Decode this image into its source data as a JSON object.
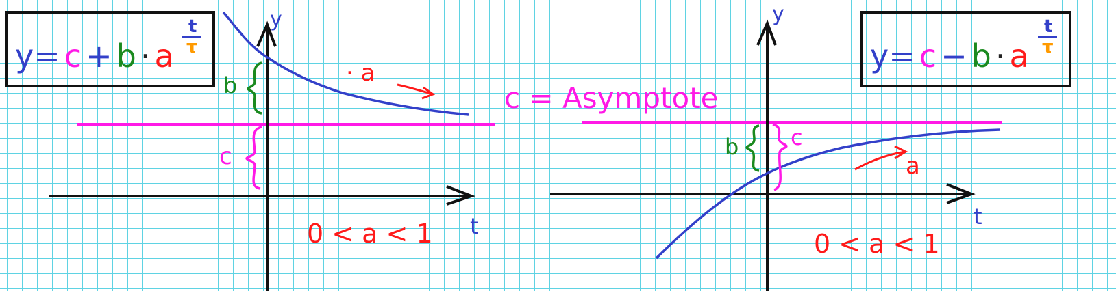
{
  "colors": {
    "grid": "#5fd3e3",
    "axis": "#111111",
    "curve": "#3340c9",
    "asymptote": "#ff19e6",
    "b_brace": "#1b8a1f",
    "a_label": "#ff1a1a",
    "tau": "#ff9a00"
  },
  "left_panel": {
    "formula": {
      "y": "y",
      "eq": "=",
      "c": "c",
      "op": "+",
      "b": "b",
      "dot": "·",
      "a": "a",
      "exp_num": "t",
      "exp_den": "τ"
    },
    "y_axis_label": "y",
    "t_axis_label": "t",
    "b_label": "b",
    "c_label": "c",
    "a_label": "· a",
    "condition": "0 < a < 1"
  },
  "asymptote_label": "c = Asymptote",
  "right_panel": {
    "formula": {
      "y": "y",
      "eq": "=",
      "c": "c",
      "op": "−",
      "b": "b",
      "dot": "·",
      "a": "a",
      "exp_num": "t",
      "exp_den": "τ"
    },
    "y_axis_label": "y",
    "t_axis_label": "t",
    "b_label": "b",
    "c_label": "c",
    "a_label": "a",
    "condition": "0 < a < 1"
  }
}
